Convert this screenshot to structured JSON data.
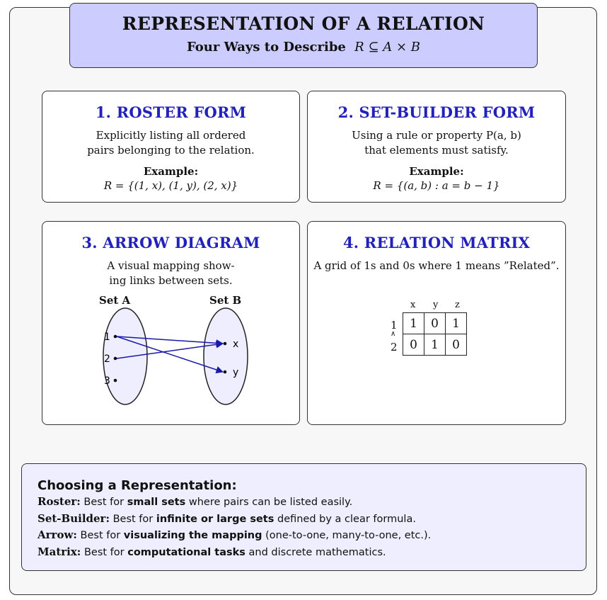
{
  "header": {
    "title": "REPRESENTATION OF A RELATION",
    "subtitle_prefix": "Four Ways to Describe",
    "subtitle_math": "R ⊆ A × B"
  },
  "cards": [
    {
      "title": "1. ROSTER FORM",
      "desc_lines": [
        "Explicitly listing all ordered",
        "pairs belonging to the relation."
      ],
      "example_label": "Example:",
      "example": "R = {(1, x), (1, y), (2, x)}"
    },
    {
      "title": "2. SET-BUILDER FORM",
      "desc_lines": [
        "Using a rule or property P(a, b)",
        "that elements must satisfy."
      ],
      "example_label": "Example:",
      "example": "R = {(a, b) : a = b − 1}"
    },
    {
      "title": "3. ARROW DIAGRAM",
      "desc_lines": [
        "A visual mapping show-",
        "ing links between sets."
      ],
      "set_a_label": "Set A",
      "set_b_label": "Set B",
      "set_a": [
        "1",
        "2",
        "3"
      ],
      "set_b": [
        "x",
        "y"
      ]
    },
    {
      "title": "4. RELATION MATRIX",
      "desc_lines": [
        "A grid of 1s and 0s where 1 means ”Related”."
      ],
      "col_headers": [
        "x",
        "y",
        "z"
      ],
      "row_headers": [
        "1",
        "2"
      ],
      "row_separator": "∧",
      "rows": [
        [
          "1",
          "0",
          "1"
        ],
        [
          "0",
          "1",
          "0"
        ]
      ]
    }
  ],
  "arrows": [
    {
      "from": "1",
      "to": "x"
    },
    {
      "from": "1",
      "to": "y"
    },
    {
      "from": "2",
      "to": "x"
    }
  ],
  "colors": {
    "accent": "#2222bb",
    "header_bg": "#ccccff",
    "summary_bg": "#eeeeff",
    "arrow": "#1a1aa8"
  },
  "summary": {
    "title": "Choosing a Representation:",
    "items": [
      {
        "label": "Roster:",
        "pre": " Best for ",
        "bold": "small sets",
        "post": " where pairs can be listed easily."
      },
      {
        "label": "Set-Builder:",
        "pre": " Best for ",
        "bold": "infinite or large sets",
        "post": " defined by a clear formula."
      },
      {
        "label": "Arrow:",
        "pre": " Best for ",
        "bold": "visualizing the mapping",
        "post": " (one-to-one, many-to-one, etc.)."
      },
      {
        "label": "Matrix:",
        "pre": " Best for ",
        "bold": "computational tasks",
        "post": " and discrete mathematics."
      }
    ]
  }
}
